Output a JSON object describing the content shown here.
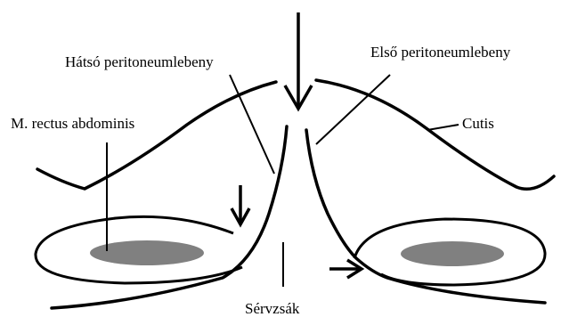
{
  "labels": {
    "hatso_peritoneumlebeny": "Hátsó peritoneumlebeny",
    "elso_peritoneumlebeny": "Első peritoneumlebeny",
    "m_rectus_abdominis": "M. rectus abdominis",
    "cutis": "Cutis",
    "servzsak": "Sérvzsák"
  },
  "colors": {
    "line": "#000000",
    "muscle_core": "#808080",
    "background": "#ffffff"
  }
}
